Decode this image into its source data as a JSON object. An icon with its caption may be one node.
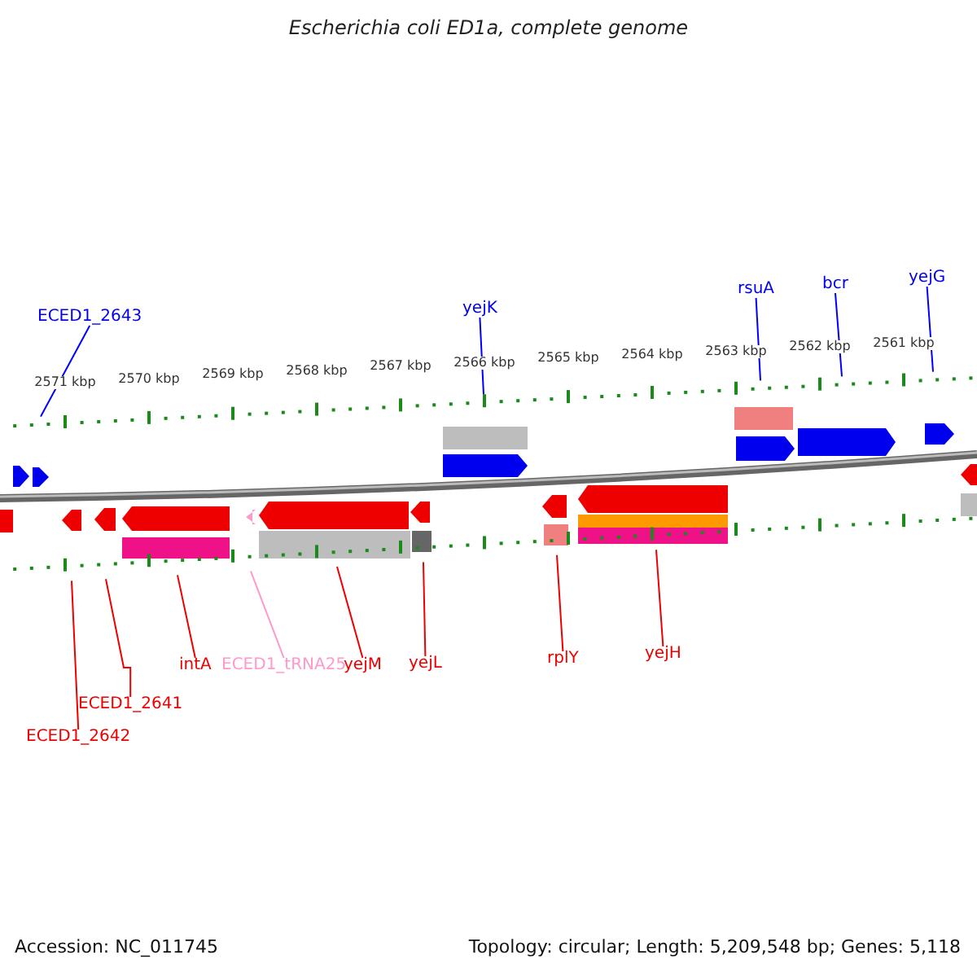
{
  "diagram": {
    "title": "Escherichia coli ED1a, complete genome",
    "nodes": [
      {
        "text": [
          "ECED1_2643"
        ]
      },
      {
        "text": [
          "yejK"
        ]
      },
      {
        "text": [
          "rsuA"
        ]
      },
      {
        "text": [
          "bcr"
        ]
      },
      {
        "text": [
          "yejG"
        ]
      },
      {
        "text": [
          "intA"
        ]
      },
      {
        "text": [
          "ECED1_tRNA25"
        ]
      },
      {
        "text": [
          "yejM"
        ]
      },
      {
        "text": [
          "yejL"
        ]
      },
      {
        "text": [
          "rplY"
        ]
      },
      {
        "text": [
          "yejH"
        ]
      },
      {
        "text": [
          "ECED1_2641"
        ]
      },
      {
        "text": [
          "ECED1_2642"
        ]
      }
    ],
    "edges": [
      {
        "from": 0,
        "to": null,
        "arrow": "none",
        "color": "#0000ff"
      },
      {
        "from": 1,
        "to": null,
        "arrow": "none",
        "color": "#0000ff"
      },
      {
        "from": 2,
        "to": null,
        "arrow": "none",
        "color": "#0000ff"
      },
      {
        "from": 3,
        "to": null,
        "arrow": "none",
        "color": "#0000ff"
      },
      {
        "from": 4,
        "to": null,
        "arrow": "none",
        "color": "#0000ff"
      },
      {
        "from": 5,
        "to": null,
        "arrow": "none"
      },
      {
        "from": 6,
        "to": null,
        "arrow": "none",
        "color": "#ff99cc"
      },
      {
        "from": 7,
        "to": null,
        "arrow": "none"
      },
      {
        "from": 8,
        "to": null,
        "arrow": "none"
      },
      {
        "from": 9,
        "to": null,
        "arrow": "none"
      },
      {
        "from": 10,
        "to": null,
        "arrow": "none"
      },
      {
        "from": 11,
        "to": null,
        "arrow": "none"
      },
      {
        "from": 12,
        "to": null,
        "arrow": "none"
      }
    ],
    "labels": [
      "2571 kbp",
      "2570 kbp",
      "2569 kbp",
      "2568 kbp",
      "2567 kbp",
      "2566 kbp",
      "2565 kbp",
      "2564 kbp",
      "2563 kbp",
      "2562 kbp",
      "2561 kbp",
      "Accession: NC_011745",
      "Topology: circular; Length: 5,209,548 bp; Genes: 5,118"
    ]
  }
}
